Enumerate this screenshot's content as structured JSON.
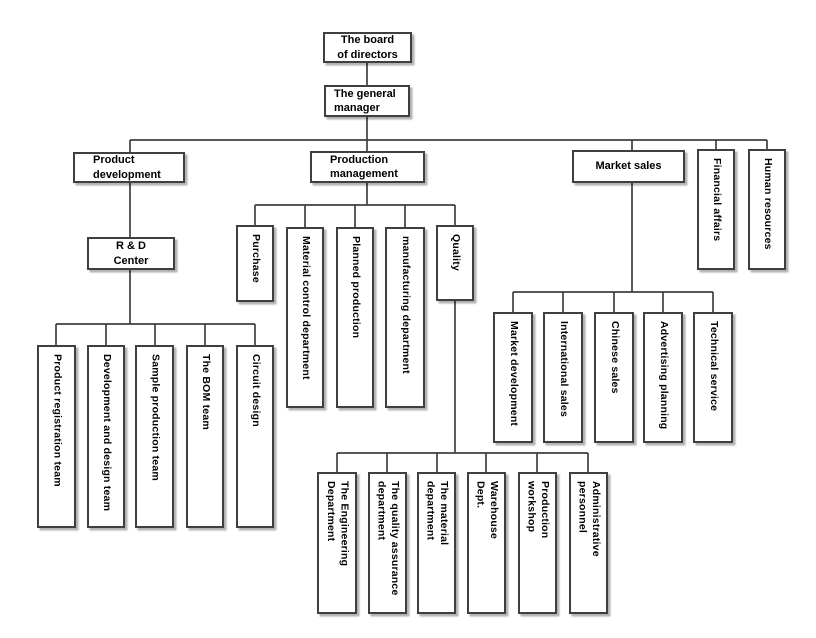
{
  "diagram": {
    "type": "org-chart",
    "nodes": {
      "board": "The board\nof directors",
      "manager": "The general\nmanager",
      "product_dev": "Product\ndevelopment",
      "prod_mgmt": "Production\nmanagement",
      "market_sales": "Market sales",
      "financial": "Financial affairs",
      "human_res": "Human resources",
      "rd_center": "R & D\nCenter",
      "purchase": "Purchase",
      "material_ctrl": "Material control department",
      "planned": "Planned production",
      "manufacturing": "manufacturing department",
      "quality": "Quality",
      "registration": "Product registration team",
      "dev_design": "Development and design team",
      "sample_prod": "Sample production team",
      "bom": "The BOM team",
      "circuit": "Circuit design",
      "market_dev": "Market development",
      "intl_sales": "International sales",
      "chinese": "Chinese sales",
      "advertising": "Advertising planning",
      "technical": "Technical service",
      "engineering": "The Engineering\nDepartment",
      "qa": "The quality assurance\ndepartment",
      "material_dept": "The material\ndepartment",
      "warehouse": "Warehouse\nDept.",
      "workshop": "Production\nworkshop",
      "admin": "Administrative\npersonnel"
    },
    "edges": [
      [
        "board",
        "manager"
      ],
      [
        "manager",
        "product_dev"
      ],
      [
        "manager",
        "prod_mgmt"
      ],
      [
        "manager",
        "market_sales"
      ],
      [
        "manager",
        "financial"
      ],
      [
        "manager",
        "human_res"
      ],
      [
        "product_dev",
        "rd_center"
      ],
      [
        "rd_center",
        "registration"
      ],
      [
        "rd_center",
        "dev_design"
      ],
      [
        "rd_center",
        "sample_prod"
      ],
      [
        "rd_center",
        "bom"
      ],
      [
        "rd_center",
        "circuit"
      ],
      [
        "prod_mgmt",
        "purchase"
      ],
      [
        "prod_mgmt",
        "material_ctrl"
      ],
      [
        "prod_mgmt",
        "planned"
      ],
      [
        "prod_mgmt",
        "manufacturing"
      ],
      [
        "prod_mgmt",
        "quality"
      ],
      [
        "quality",
        "engineering"
      ],
      [
        "quality",
        "qa"
      ],
      [
        "quality",
        "material_dept"
      ],
      [
        "quality",
        "warehouse"
      ],
      [
        "quality",
        "workshop"
      ],
      [
        "quality",
        "admin"
      ],
      [
        "market_sales",
        "market_dev"
      ],
      [
        "market_sales",
        "intl_sales"
      ],
      [
        "market_sales",
        "chinese"
      ],
      [
        "market_sales",
        "advertising"
      ],
      [
        "market_sales",
        "technical"
      ]
    ],
    "colors": {
      "line": "#3f3f3f",
      "box_border": "#3f3f3f",
      "box_fill": "#ffffff",
      "text": "#000000"
    }
  }
}
